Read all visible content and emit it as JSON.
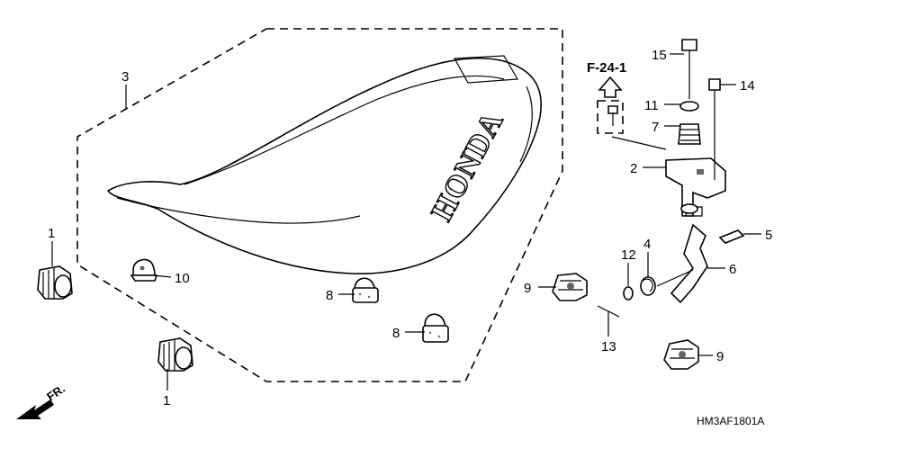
{
  "diagram": {
    "reference": "F-24-1",
    "drawing_code": "HM3AF1801A",
    "direction_label": "FR.",
    "seat_brand": "HONDA",
    "callouts": {
      "c1a": "1",
      "c1b": "1",
      "c2": "2",
      "c3": "3",
      "c4": "4",
      "c5": "5",
      "c6": "6",
      "c7": "7",
      "c8a": "8",
      "c8b": "8",
      "c9a": "9",
      "c9b": "9",
      "c10": "10",
      "c11": "11",
      "c12": "12",
      "c13": "13",
      "c14": "14",
      "c15": "15"
    }
  }
}
